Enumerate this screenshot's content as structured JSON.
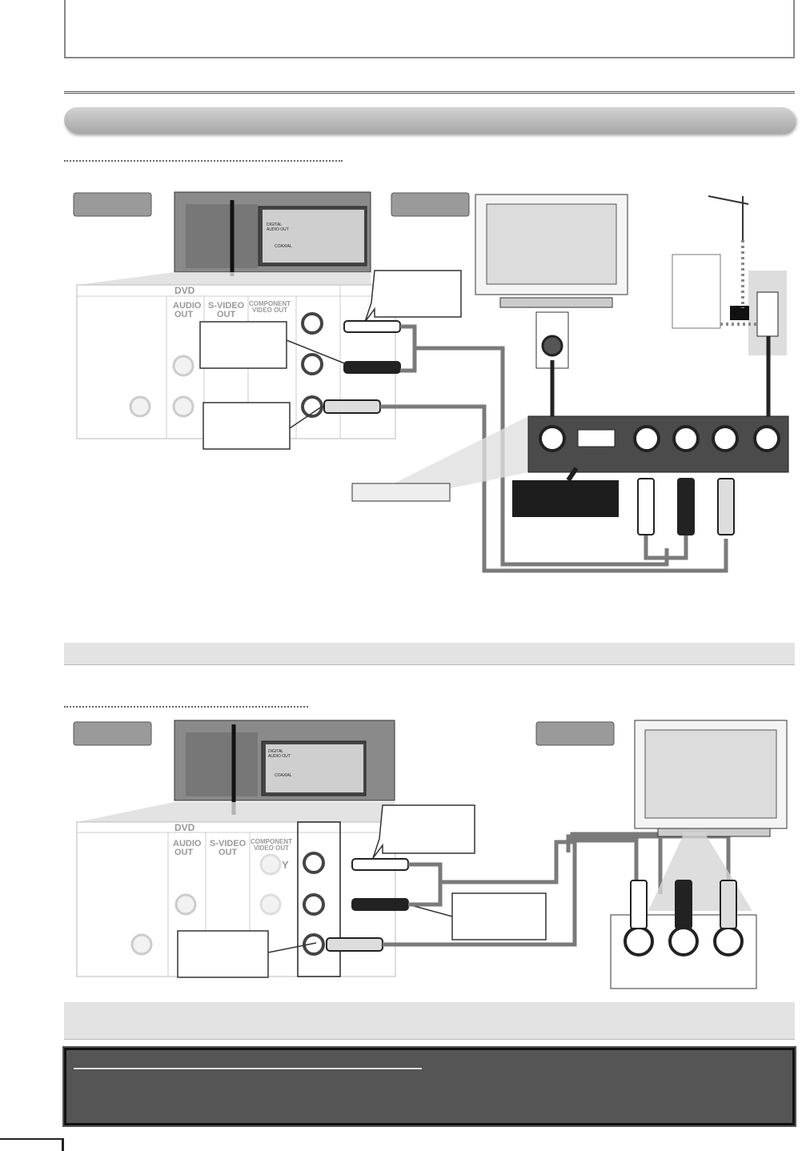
{
  "dvd_panel": {
    "brand": "DVD",
    "audio_out": [
      "AUDIO",
      "OUT"
    ],
    "s_video_out": [
      "S-VIDEO",
      "OUT"
    ],
    "component_video_out": [
      "COMPONENT",
      "VIDEO OUT"
    ],
    "digital_audio_out": [
      "DIGITAL",
      "AUDIO OUT"
    ],
    "coaxial": "COAXIAL",
    "component_y": "Y"
  },
  "colors": {
    "cable_grey": "#7a7a7a",
    "label_tag_fill": "#9a9a9a",
    "black_box": "#1d1d1d",
    "panel_fill": "#4b4b4b",
    "note_box_fill": "#555555"
  }
}
